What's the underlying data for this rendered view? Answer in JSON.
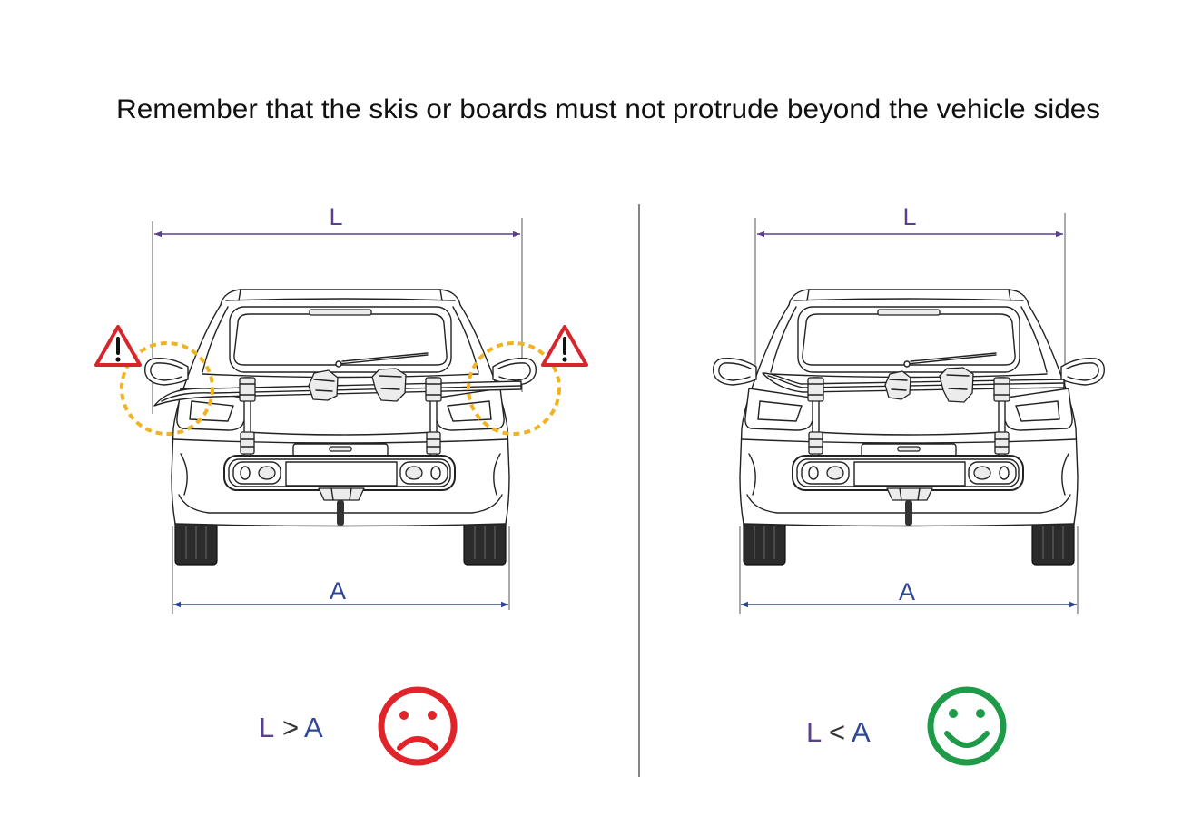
{
  "title": "Remember that the skis or boards must not protrude beyond the vehicle sides",
  "colors": {
    "length_label": "#5b3f8f",
    "width_label": "#2f4795",
    "warning": "#d6262b",
    "highlight_circle": "#f0b323",
    "bad": "#e0242a",
    "good": "#1f9a48"
  },
  "panels": [
    {
      "ski_length_label": "L",
      "vehicle_width_label": "A",
      "comparison": {
        "left": "L",
        "operator": ">",
        "right": "A"
      },
      "warning_icon": "warning-triangle-icon",
      "verdict_icon": "sad-face-icon"
    },
    {
      "ski_length_label": "L",
      "vehicle_width_label": "A",
      "comparison": {
        "left": "L",
        "operator": "<",
        "right": "A"
      },
      "verdict_icon": "smiley-face-icon"
    }
  ]
}
